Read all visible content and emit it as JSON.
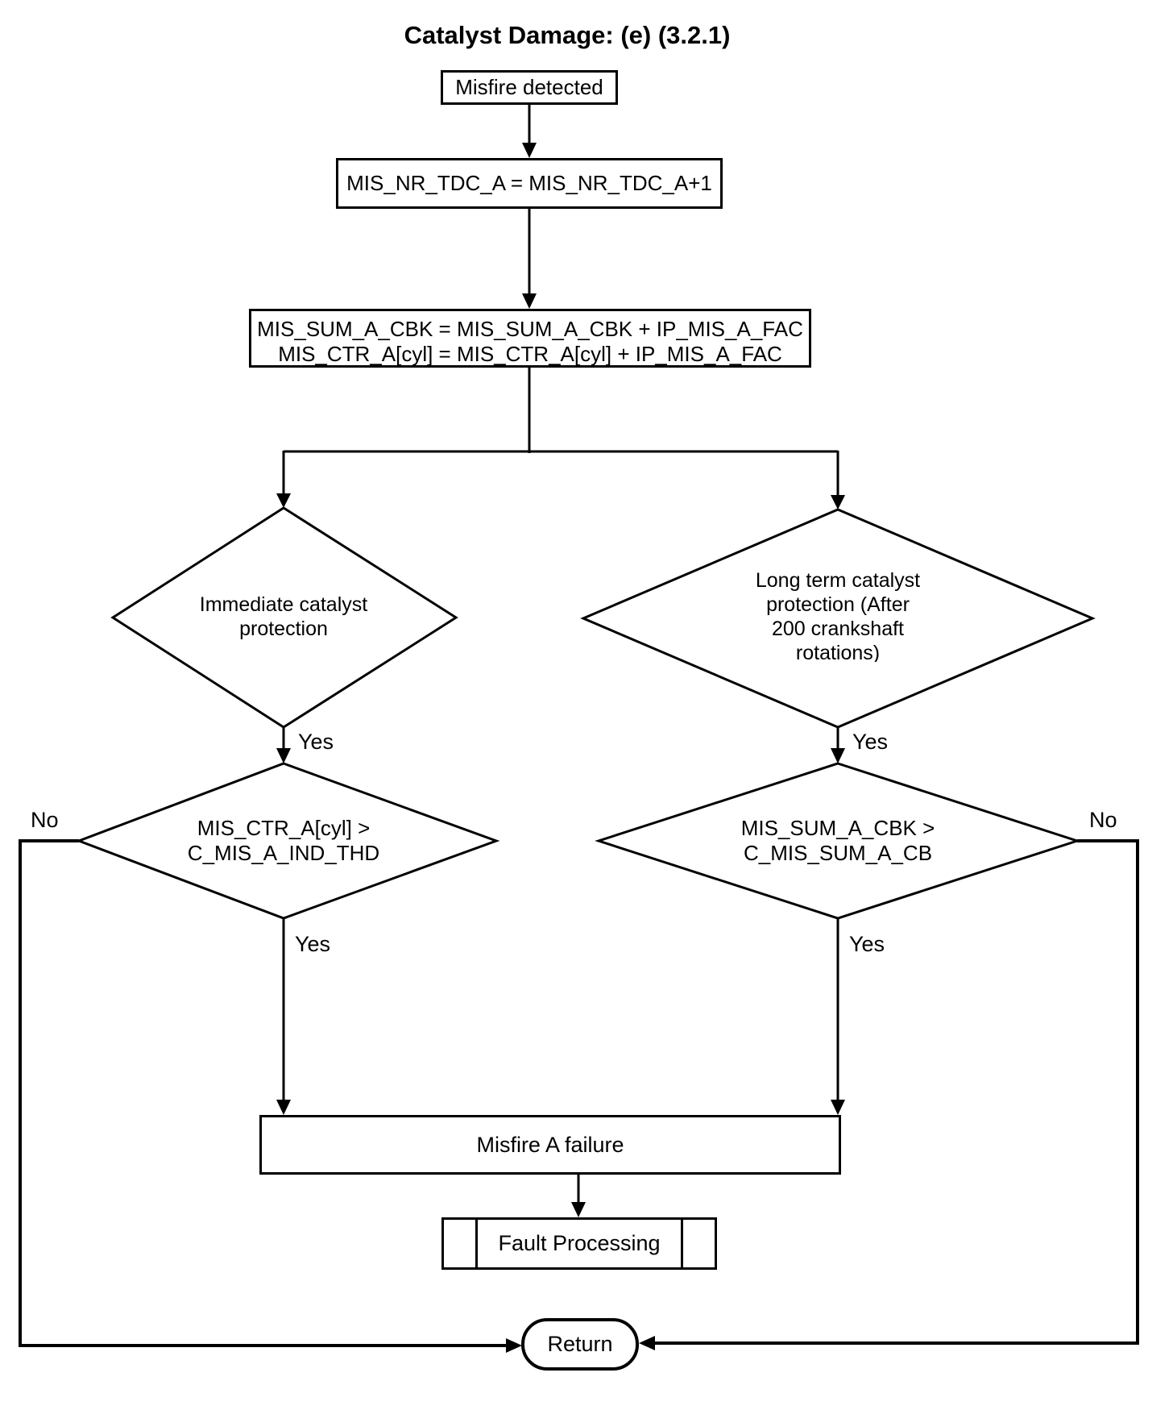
{
  "colors": {
    "line": "#000000",
    "background": "#ffffff",
    "text": "#000000"
  },
  "title": "Catalyst Damage: (e) (3.2.1)",
  "nodes": {
    "misfire_detected": {
      "label": "Misfire detected"
    },
    "increment_tdc": {
      "label": "MIS_NR_TDC_A = MIS_NR_TDC_A+1"
    },
    "accumulate": {
      "lines": [
        "MIS_SUM_A_CBK = MIS_SUM_A_CBK + IP_MIS_A_FAC",
        "MIS_CTR_A[cyl] = MIS_CTR_A[cyl] + IP_MIS_A_FAC"
      ]
    },
    "immediate_protection": {
      "lines": [
        "Immediate catalyst",
        "protection"
      ]
    },
    "longterm_protection": {
      "lines": [
        "Long term catalyst",
        "protection (After",
        "200 crankshaft",
        "rotations)"
      ]
    },
    "ctr_threshold": {
      "lines": [
        "MIS_CTR_A[cyl] >",
        "C_MIS_A_IND_THD"
      ]
    },
    "sum_threshold": {
      "lines": [
        "MIS_SUM_A_CBK >",
        "C_MIS_SUM_A_CB"
      ]
    },
    "misfire_failure": {
      "label": "Misfire A failure"
    },
    "fault_processing": {
      "label": "Fault Processing"
    },
    "return_node": {
      "label": "Return"
    }
  },
  "edges": {
    "immediate_yes": "Yes",
    "longterm_yes": "Yes",
    "ctr_yes": "Yes",
    "sum_yes": "Yes",
    "ctr_no": "No",
    "sum_no": "No"
  }
}
